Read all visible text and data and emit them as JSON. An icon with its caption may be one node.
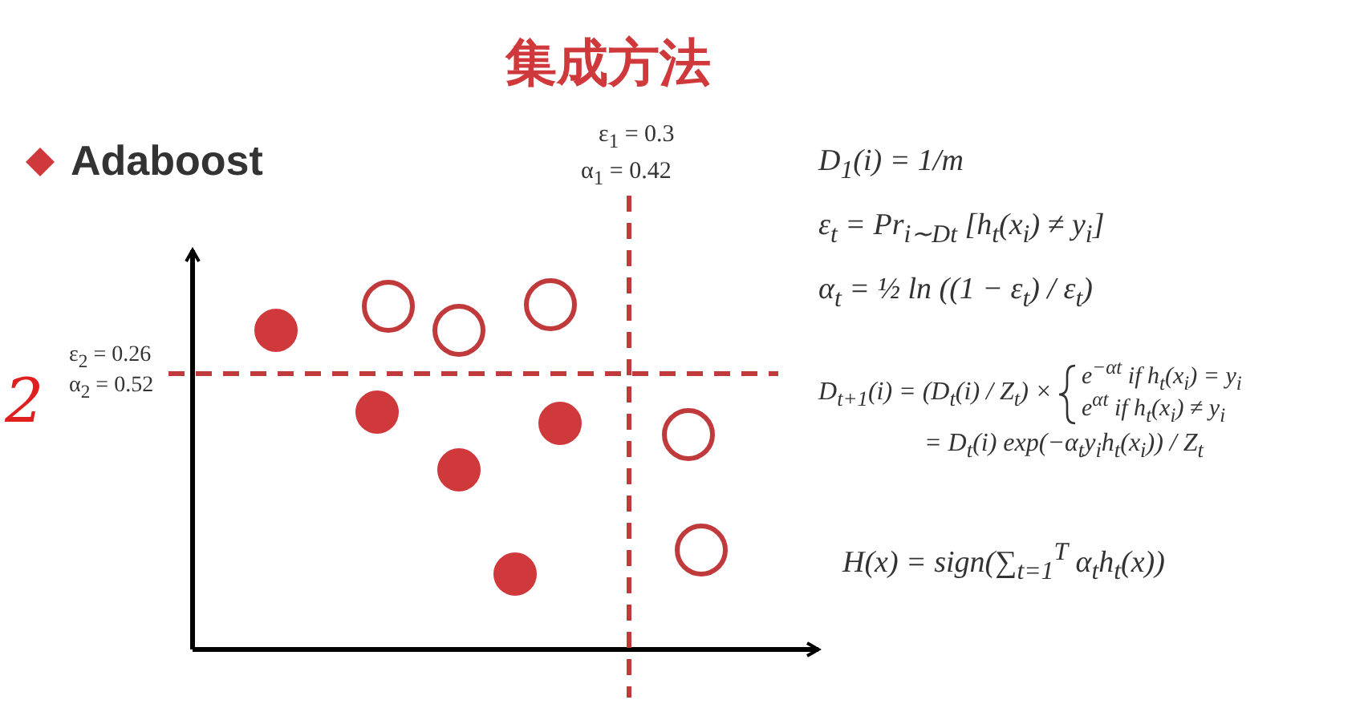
{
  "diagram": {
    "title": "集成方法",
    "labels": [
      "Adaboost",
      "ε$_{1}$ = 0.3",
      "α$_{1}$ = 0.42",
      "ε$_{2}$ = 0.26",
      "α$_{2}$ = 0.52",
      "2",
      "D$_{1}$(i) = 1/m",
      "ε$_{t}$ = Pr$_{i∼Dt}$ [h$_{t}$(x$_{i}$) ≠ y$_{i}$]",
      "α$_{t}$ = ½ ln ((1 − ε$_{t}$) / ε$_{t}$)",
      "D$_{t+1}$(i) = (D$_{t}$(i) / Z$_{t}$) ×",
      "e$^{−αt}$ if h$_{t}$(x$_{i}$) = y$_{i}$",
      "e$^{αt}$ if h$_{t}$(x$_{i}$) ≠ y$_{i}$",
      "= D$_{t}$(i) exp(−α$_{t}$y$_{i}$h$_{t}$(x$_{i}$)) / Z$_{t}$",
      "H(x) = sign(∑$_{t=1}$$^{T}$ α$_{t}$h$_{t}$(x))"
    ]
  }
}
